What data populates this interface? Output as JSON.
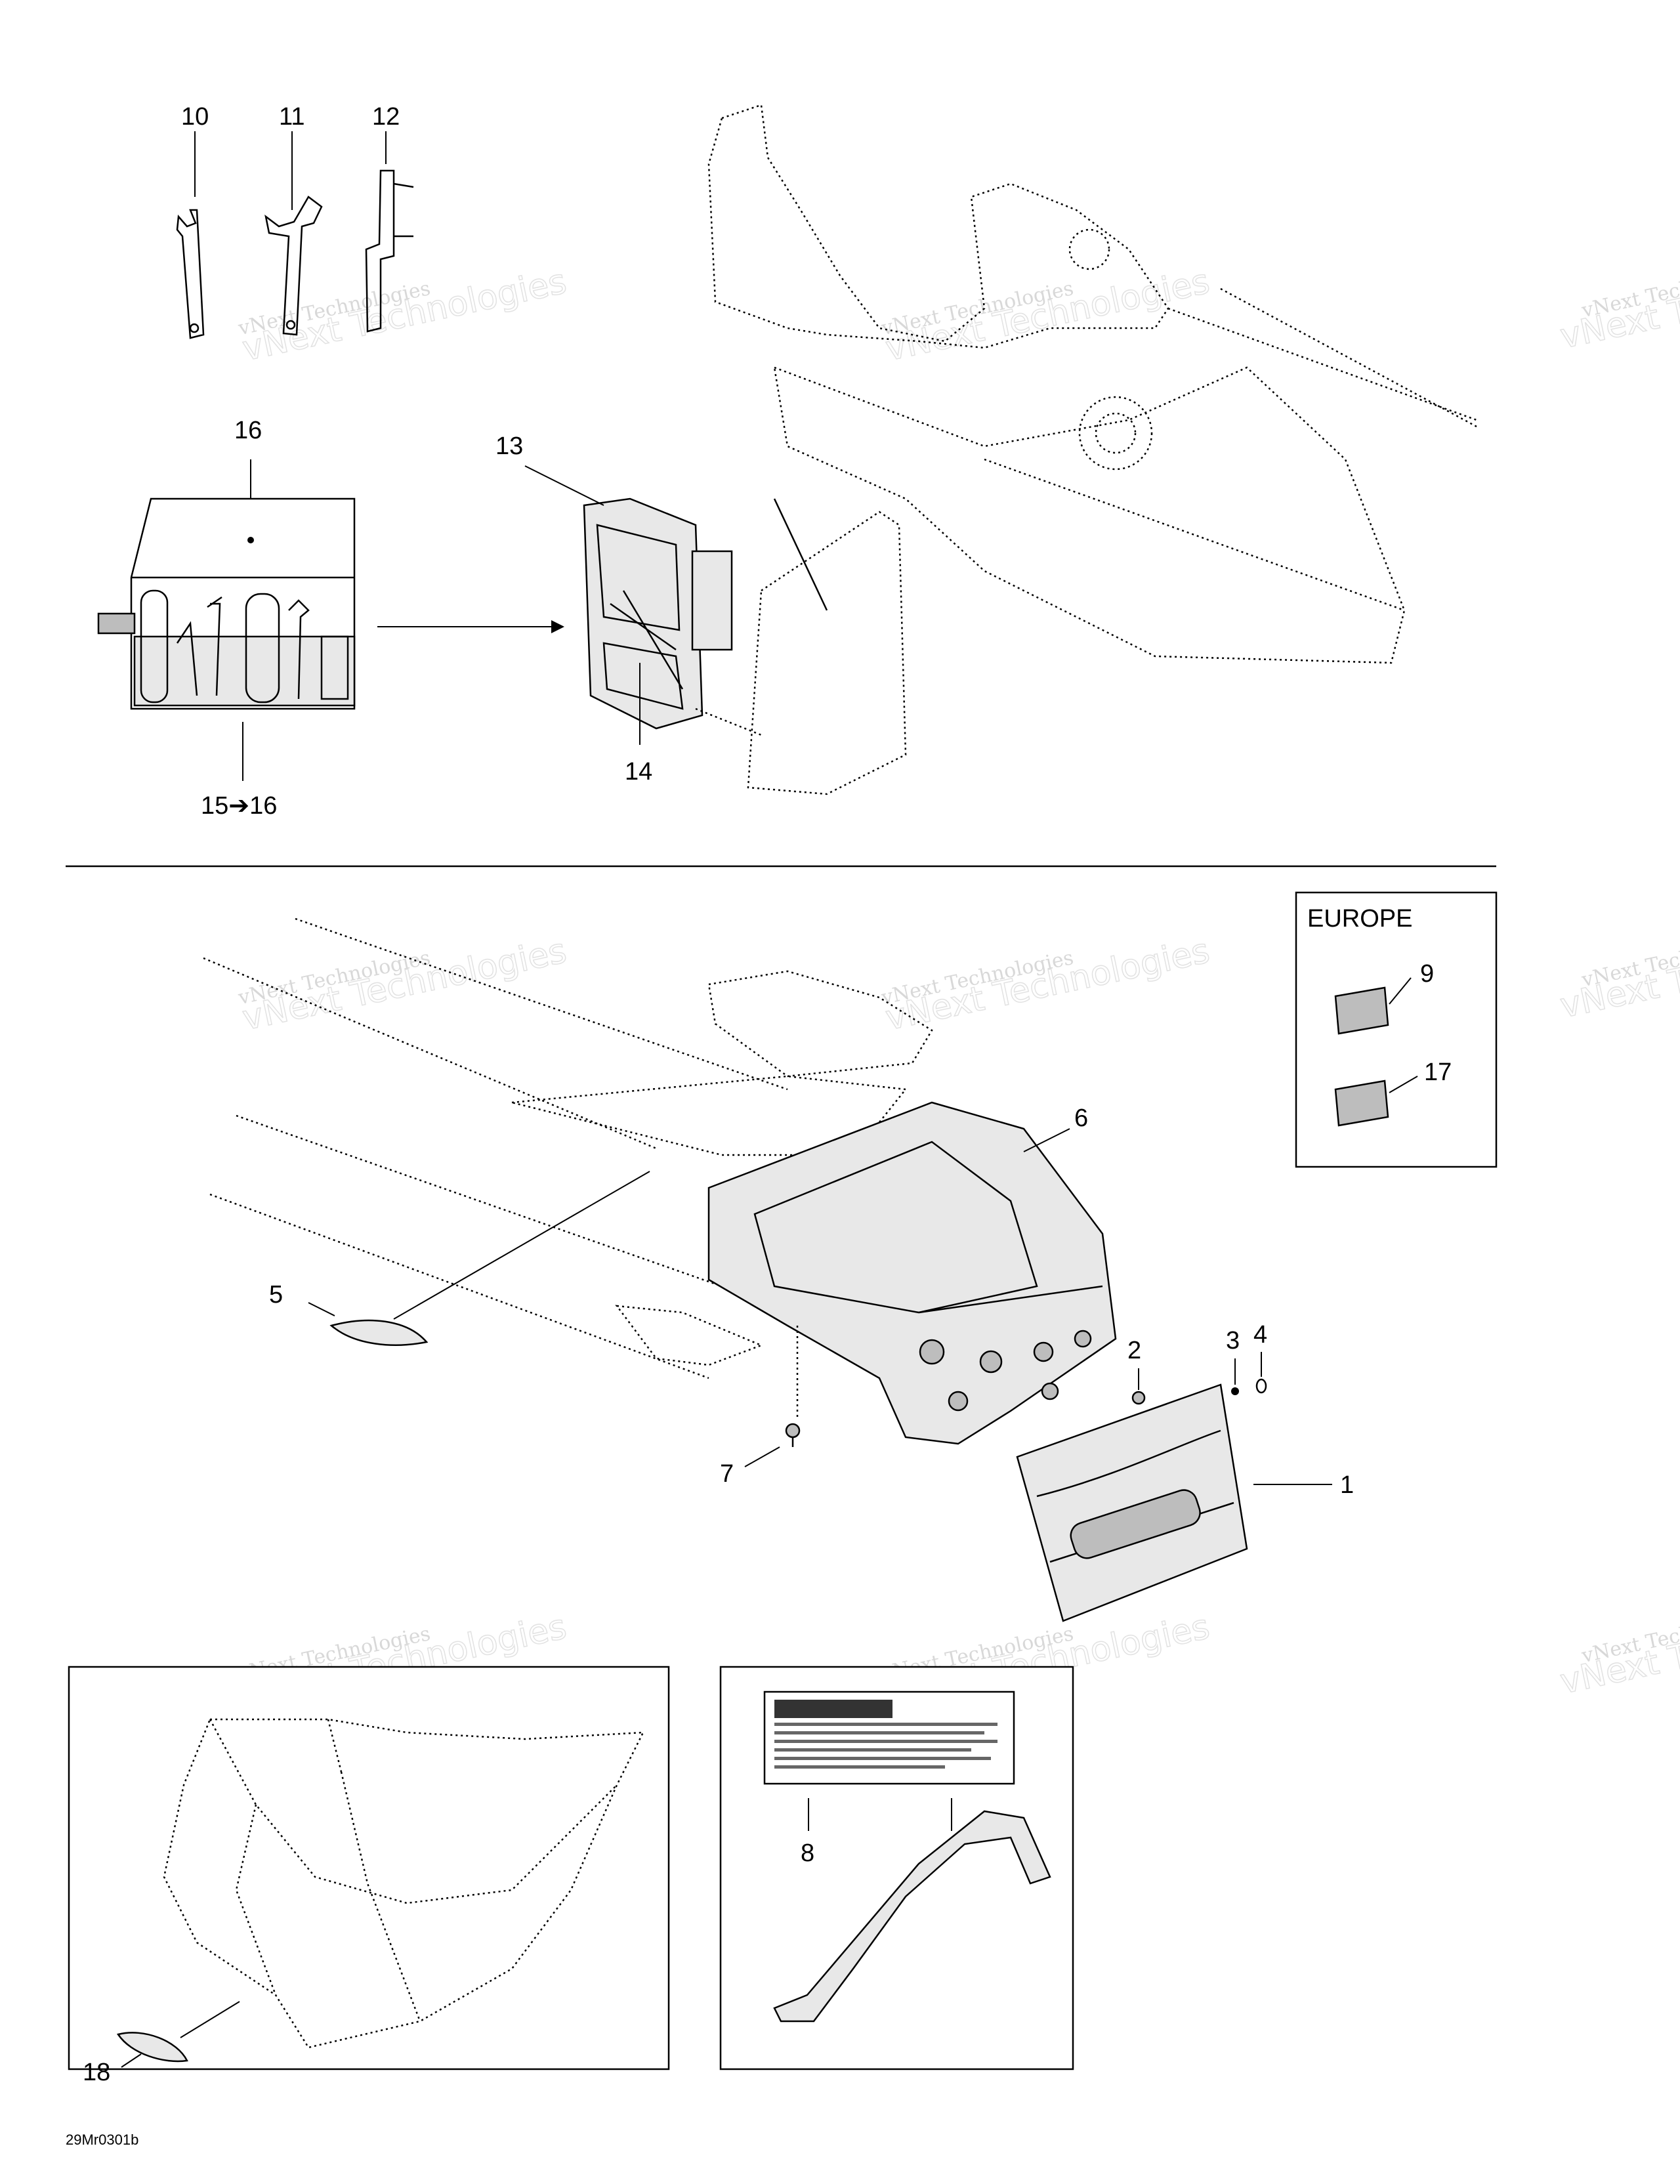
{
  "callouts": {
    "c1": "1",
    "c2": "2",
    "c3": "3",
    "c4": "4",
    "c5": "5",
    "c6": "6",
    "c7": "7",
    "c8": "8",
    "c9": "9",
    "c10": "10",
    "c11": "11",
    "c12": "12",
    "c13": "13",
    "c14": "14",
    "c15": "15➔16",
    "c16": "16",
    "c17": "17",
    "c18": "18"
  },
  "europe_box": {
    "title": "EUROPE"
  },
  "watermark": {
    "line1": "vNext Technologies",
    "line2": "vNext Technologies"
  },
  "reference_code": "29Mr0301b"
}
